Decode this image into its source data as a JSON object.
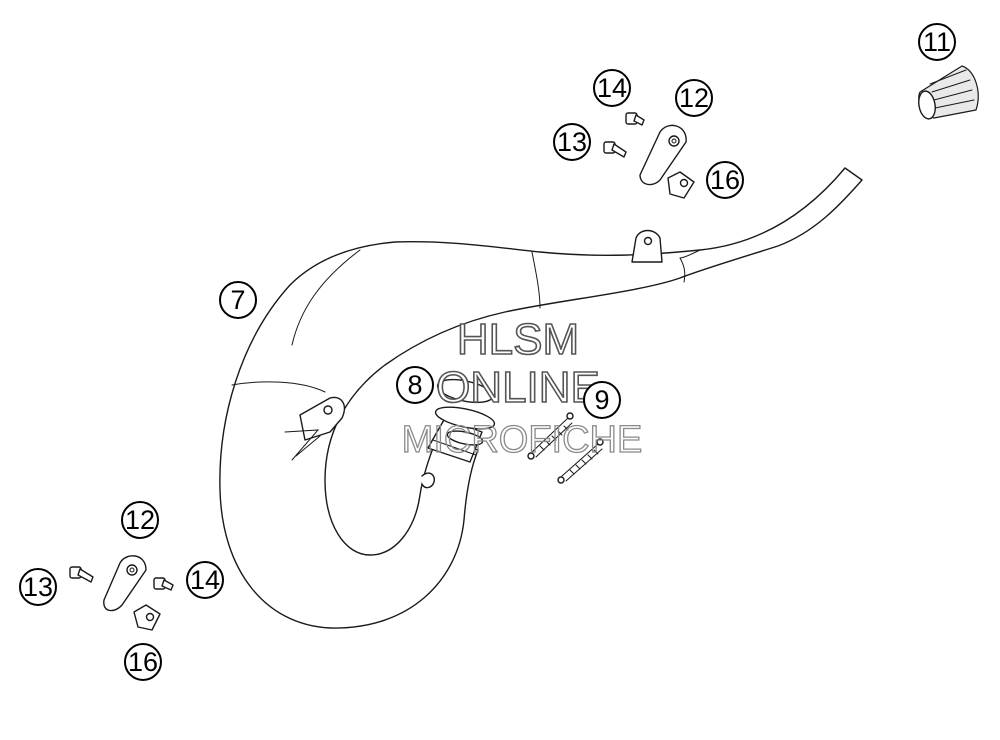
{
  "callouts": {
    "c7": "7",
    "c8": "8",
    "c9": "9",
    "c11": "11",
    "c12_top": "12",
    "c13_top": "13",
    "c14_top": "14",
    "c16_top": "16",
    "c12_bottom": "12",
    "c13_bottom": "13",
    "c14_bottom": "14",
    "c16_bottom": "16"
  },
  "watermark": {
    "line1": "HLSM",
    "line2": "ONLINE",
    "line3": "MICROFICHE"
  }
}
